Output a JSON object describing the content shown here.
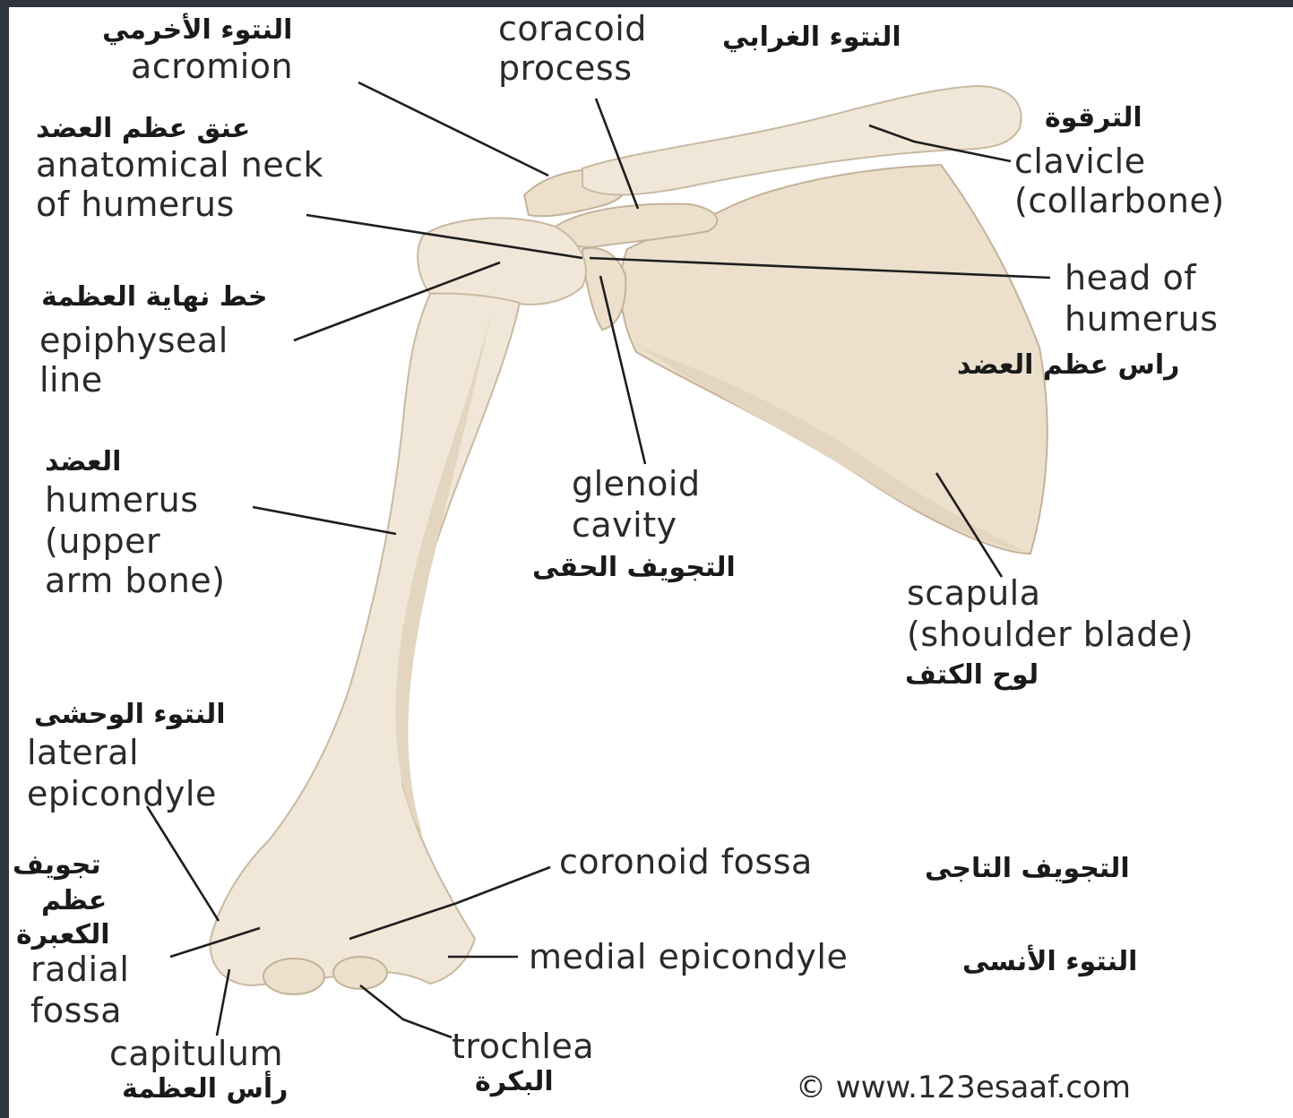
{
  "labels": {
    "acromion": {
      "en": "acromion",
      "ar": "النتوء الأخرمي"
    },
    "coracoid": {
      "en": [
        "coracoid",
        "process"
      ],
      "ar": "النتوء الغرابي"
    },
    "anatomical_neck": {
      "en": [
        "anatomical neck",
        "of humerus"
      ],
      "ar": "عنق عظم العضد"
    },
    "clavicle": {
      "en": [
        "clavicle",
        "(collarbone)"
      ],
      "ar": "الترقوة"
    },
    "head_of_humerus": {
      "en": [
        "head of",
        "humerus"
      ],
      "ar": "راس عظم العضد"
    },
    "epiphyseal_line": {
      "en": [
        "epiphyseal",
        "line"
      ],
      "ar": "خط نهاية العظمة"
    },
    "humerus": {
      "en": [
        "humerus",
        "(upper",
        "arm bone)"
      ],
      "ar": "العضد"
    },
    "glenoid_cavity": {
      "en": [
        "glenoid",
        "cavity"
      ],
      "ar": "التجويف الحقى"
    },
    "scapula": {
      "en": [
        "scapula",
        "(shoulder blade)"
      ],
      "ar": "لوح الكتف"
    },
    "lateral_epicondyle": {
      "en": [
        "lateral",
        "epicondyle"
      ],
      "ar": "النتوء الوحشى"
    },
    "radial_fossa": {
      "en": [
        "radial",
        "fossa"
      ],
      "ar": [
        "تجويف",
        "عظم",
        "الكعبرة"
      ]
    },
    "coronoid_fossa": {
      "en": "coronoid fossa",
      "ar": "التجويف التاجى"
    },
    "medial_epicondyle": {
      "en": "medial epicondyle",
      "ar": "النتوء الأنسى"
    },
    "trochlea": {
      "en": "trochlea",
      "ar": "البكرة"
    },
    "capitulum": {
      "en": "capitulum",
      "ar": "رأس العظمة"
    }
  },
  "credit": "© www.123esaaf.com",
  "colors": {
    "bone": "#f1e7d8",
    "bone_outline": "#c9b9a2",
    "leader": "#1e1e1e",
    "background": "#ffffff"
  }
}
